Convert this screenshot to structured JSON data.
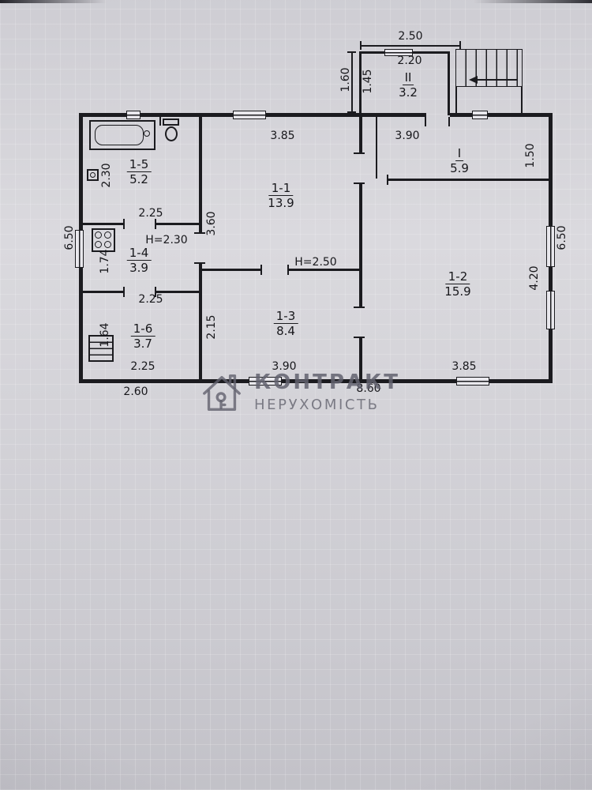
{
  "watermark": {
    "title": "КОНТРАКТ",
    "subtitle": "НЕРУХОМІСТЬ",
    "logo": "house-key-icon"
  },
  "rooms": {
    "r11": {
      "id": "1-1",
      "area": "13.9"
    },
    "r12": {
      "id": "1-2",
      "area": "15.9"
    },
    "r13": {
      "id": "1-3",
      "area": "8.4"
    },
    "r14": {
      "id": "1-4",
      "area": "3.9"
    },
    "r15": {
      "id": "1-5",
      "area": "5.2"
    },
    "r16": {
      "id": "1-6",
      "area": "3.7"
    },
    "rI": {
      "id": "I",
      "area": "5.9"
    },
    "rII": {
      "id": "II",
      "area": "3.2"
    }
  },
  "heights": {
    "h1": "H=2.30",
    "h2": "H=2.50"
  },
  "dims": {
    "annex_top_out": "2.50",
    "annex_top_in": "2.20",
    "annex_left_out": "1.60",
    "annex_left_in": "1.45",
    "top_11": "3.85",
    "top_I": "3.90",
    "right_I": "1.50",
    "left_out": "6.50",
    "right_out": "6.50",
    "v_15": "2.30",
    "w_15": "2.25",
    "v_14": "1.74",
    "w_14": "2.25",
    "v_16": "1.64",
    "w_16": "2.25",
    "v_11": "3.60",
    "v_13": "2.15",
    "b_13": "3.90",
    "v_12": "4.20",
    "b_12": "3.85",
    "b_left_out": "2.60",
    "b_out": "8.60"
  }
}
